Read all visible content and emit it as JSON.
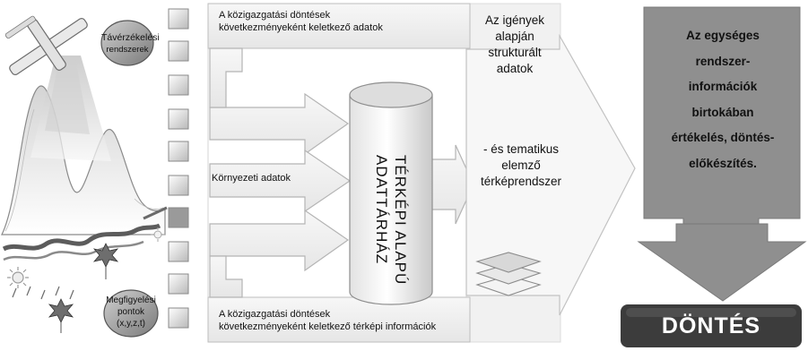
{
  "left_panel": {
    "remote_sensing_label": [
      "Távérzékelési",
      "rendszerek"
    ],
    "observation_label": [
      "Megfigyelési",
      "pontok",
      "(x,y,z,t)"
    ]
  },
  "top_bar": [
    "A közigazgatási döntések",
    "következményeként keletkező adatok"
  ],
  "env_bar": "Környezeti adatok",
  "bottom_bar": [
    "A közigazgatási döntések",
    "következményeként keletkező térképi információk"
  ],
  "cylinder": [
    "TÉRKÉPI ALAPÚ",
    "ADATTÁRHÁZ"
  ],
  "structured": [
    "Az igények",
    "alapján",
    "strukturált",
    "adatok"
  ],
  "thematic": [
    "- és tematikus",
    "elemző",
    "térképrendszer"
  ],
  "evaluation": [
    "Az egységes",
    "rendszer-",
    "információk",
    "birtokában",
    "értékelés, döntés-",
    "előkészítés."
  ],
  "decision": "DÖNTÉS",
  "colors": {
    "gray_box": "#8f8f8f",
    "arrow_fill": "#f4f4f4",
    "decision_box": "#3c3c3c"
  }
}
